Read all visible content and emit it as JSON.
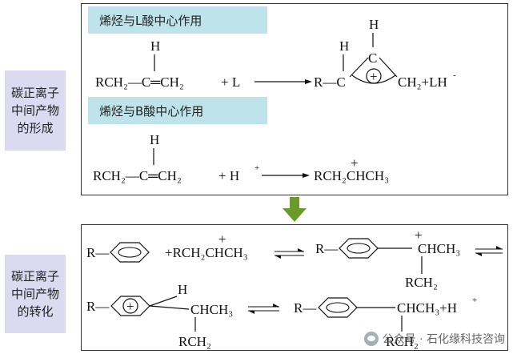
{
  "sections": {
    "formation_label": "碳正离子\n中间产物\n的形成",
    "conversion_label": "碳正离子\n中间产物\n的转化"
  },
  "bars": {
    "lewis": "烯烃与L酸中心作用",
    "bronsted": "烯烃与B酸中心作用"
  },
  "reactions": {
    "r1": {
      "reactant": "RCH₂—C═CH₂",
      "h": "H",
      "plus_l": "+ L",
      "product_r": "R—C",
      "product_h1": "H",
      "product_c": "C",
      "product_h2": "H",
      "product_tail": "CH₂+LH",
      "product_tail_sup": "-",
      "charge": "+"
    },
    "r2": {
      "reactant": "RCH₂—C═CH₂",
      "h": "H",
      "plus_h": "+  H",
      "plus_h_sup": "+",
      "product": "RCH₂CHCH₃",
      "charge": "+"
    },
    "r3": {
      "r": "R—",
      "reagent": "+RCH₂CHCH₃",
      "charge": "+",
      "r_prod": "R—",
      "prod_tail": "CHCH₃",
      "prod_charge": "+",
      "prod_branch": "RCH₂"
    },
    "r4": {
      "r": "R—",
      "h": "H",
      "ring_charge": "+",
      "chain": "CHCH₃",
      "branch": "RCH₂",
      "r_prod": "R—",
      "prod_chain": "CHCH₃+H",
      "prod_sup": "+",
      "prod_branch": "RCH₂"
    }
  },
  "watermark": "公众号 · 石化缘科技咨询",
  "colors": {
    "side_label_bg": "#dcdaf0",
    "bar_bg": "#bfe3ea",
    "arrow_green": "#6a9a2a"
  }
}
